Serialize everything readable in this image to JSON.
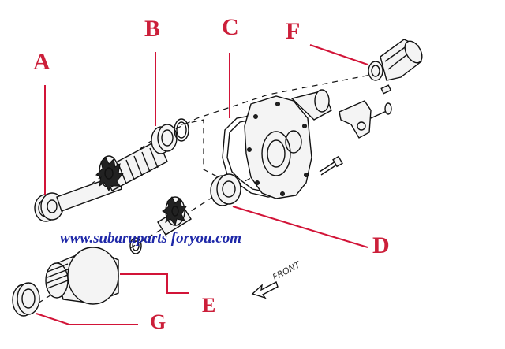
{
  "callouts": {
    "a": "A",
    "b": "B",
    "c": "C",
    "d": "D",
    "e": "E",
    "f": "F",
    "g": "G"
  },
  "watermark": "www.subaruparts foryou.com",
  "front_label": "FRONT",
  "colors": {
    "callout": "#cc1f3a",
    "leader": "#d21438",
    "watermark": "#1e28a8",
    "line_art": "#111111"
  }
}
